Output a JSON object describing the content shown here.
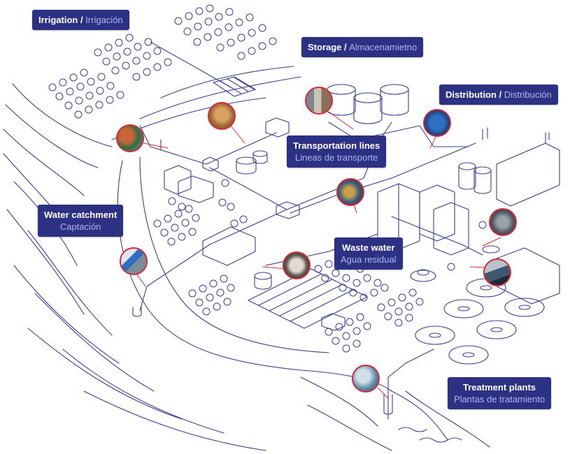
{
  "labels": {
    "irrigation": {
      "en": "Irrigation",
      "sep": " / ",
      "es": "Irrigación"
    },
    "storage": {
      "en": "Storage",
      "sep": " / ",
      "es": "Almacenamietno"
    },
    "distribution": {
      "en": "Distribution",
      "sep": " / ",
      "es": "Distribución"
    },
    "transportation": {
      "en": "Transportation lines",
      "es": "Lineas de transporte"
    },
    "catchment": {
      "en": "Water catchment",
      "es": "Captación"
    },
    "waste": {
      "en": "Waste water",
      "es": "Agua residual"
    },
    "treatment": {
      "en": "Treatment plants",
      "es": "Plantas de tratamiento"
    }
  },
  "colors": {
    "label_bg": "#2d3184",
    "label_sub": "#aeb6ef",
    "line": "#3a3f8f",
    "connector": "#d42a3a"
  }
}
